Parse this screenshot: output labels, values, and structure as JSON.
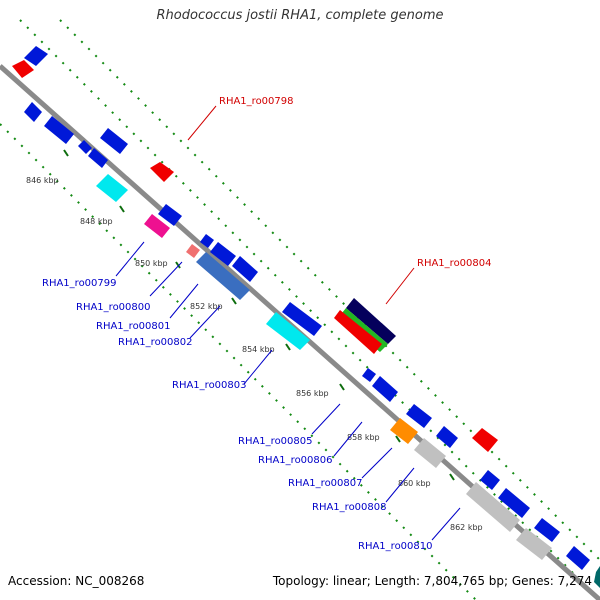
{
  "title": "Rhodococcus jostii RHA1, complete genome",
  "accession": "Accession: NC_008268",
  "topology": "Topology: linear; Length: 7,804,765 bp; Genes: 7,274",
  "colors": {
    "backbone": "#8a8a8a",
    "dots": "#138a13",
    "ticks": "#0f6e0f",
    "red_label": "#d10000",
    "blue_label": "#0000c8"
  },
  "scale_labels": [
    "846 kbp",
    "848 kbp",
    "850 kbp",
    "852 kbp",
    "854 kbp",
    "856 kbp",
    "858 kbp",
    "860 kbp",
    "862 kbp"
  ],
  "gene_labels": {
    "top": [
      {
        "id": "RHA1_ro00798",
        "color": "#d10000"
      },
      {
        "id": "RHA1_ro00804",
        "color": "#d10000"
      }
    ],
    "bottom": [
      {
        "id": "RHA1_ro00799",
        "color": "#0000c8"
      },
      {
        "id": "RHA1_ro00800",
        "color": "#0000c8"
      },
      {
        "id": "RHA1_ro00801",
        "color": "#0000c8"
      },
      {
        "id": "RHA1_ro00802",
        "color": "#0000c8"
      },
      {
        "id": "RHA1_ro00803",
        "color": "#0000c8"
      },
      {
        "id": "RHA1_ro00805",
        "color": "#0000c8"
      },
      {
        "id": "RHA1_ro00806",
        "color": "#0000c8"
      },
      {
        "id": "RHA1_ro00807",
        "color": "#0000c8"
      },
      {
        "id": "RHA1_ro00808",
        "color": "#0000c8"
      },
      {
        "id": "RHA1_ro00810",
        "color": "#0000c8"
      }
    ]
  }
}
